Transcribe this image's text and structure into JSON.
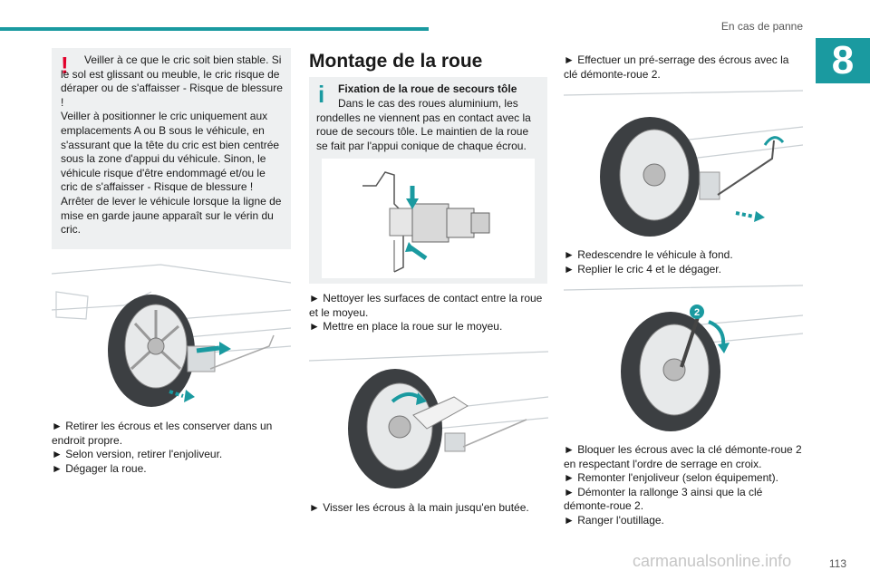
{
  "header": {
    "section_title": "En cas de panne",
    "chapter_number": "8"
  },
  "warning": {
    "icon": "exclamation-icon",
    "paragraphs": [
      "Veiller à ce que le cric soit bien stable. Si le sol est glissant ou meuble, le cric risque de déraper ou de s'affaisser - Risque de blessure !",
      "Veiller à positionner le cric uniquement aux emplacements A ou B sous le véhicule, en s'assurant que la tête du cric est bien centrée sous la zone d'appui du véhicule. Sinon, le véhicule risque d'être endommagé et/ou le cric de s'affaisser - Risque de blessure !",
      "Arrêter de lever le véhicule lorsque la ligne de mise en garde jaune apparaît sur le vérin du cric."
    ]
  },
  "left_steps": [
    "► Retirer les écrous et les conserver dans un endroit propre.",
    "► Selon version, retirer l'enjoliveur.",
    "► Dégager la roue."
  ],
  "middle": {
    "heading": "Montage de la roue",
    "info_icon": "info-icon",
    "info_title": "Fixation de la roue de secours tôle",
    "info_text": "Dans le cas des roues aluminium, les rondelles ne viennent pas en contact avec la roue de secours tôle. Le maintien de la roue se fait par l'appui conique de chaque écrou.",
    "steps": [
      "► Nettoyer les surfaces de contact entre la roue et le moyeu.",
      "► Mettre en place la roue sur le moyeu."
    ],
    "step_after_figure": "► Visser les écrous à la main jusqu'en butée."
  },
  "right": {
    "step1": "► Effectuer un pré-serrage des écrous avec la clé démonte-roue 2.",
    "steps2": [
      "► Redescendre le véhicule à fond.",
      "► Replier le cric 4 et le dégager."
    ],
    "figure_badge": "2",
    "steps3": [
      "► Bloquer les écrous avec la clé démonte-roue 2 en respectant l'ordre de serrage en croix.",
      "► Remonter l'enjoliveur (selon équipement).",
      "► Démonter la rallonge 3 ainsi que la clé démonte-roue 2.",
      "► Ranger l'outillage."
    ]
  },
  "footer": {
    "page_number": "113",
    "watermark": "carmanualsonline.info"
  },
  "colors": {
    "accent": "#1a9aa0",
    "warning": "#e2002b",
    "box_bg": "#eef0f1"
  }
}
